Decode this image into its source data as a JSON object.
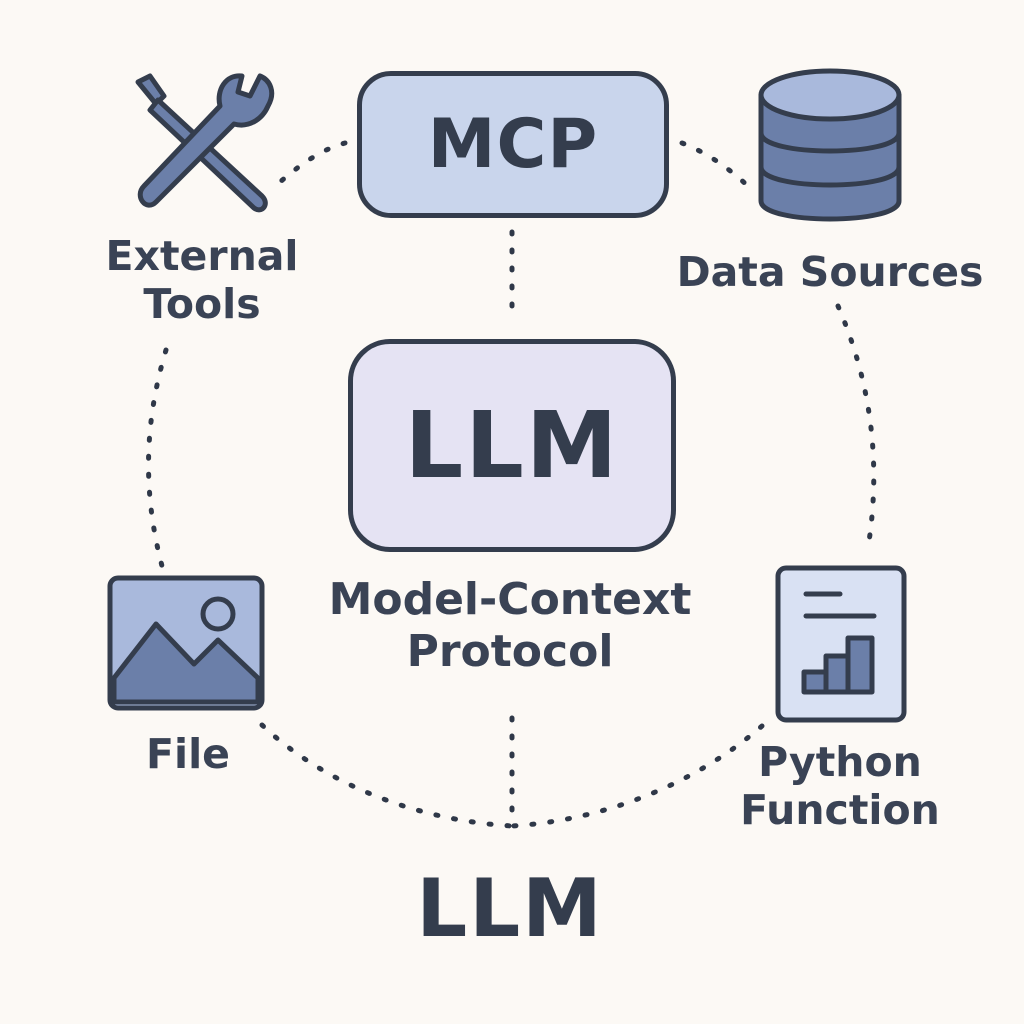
{
  "diagram": {
    "mcp_box_label": "MCP",
    "llm_box_label": "LLM",
    "center_caption_line1": "Model-Context",
    "center_caption_line2": "Protocol",
    "bottom_label": "LLM"
  },
  "nodes": {
    "external_tools": {
      "line1": "External",
      "line2": "Tools",
      "icon": "tools-icon"
    },
    "data_sources": {
      "label": "Data Sources",
      "icon": "database-icon"
    },
    "file": {
      "label": "File",
      "icon": "image-file-icon"
    },
    "python_function": {
      "line1": "Python",
      "line2": "Function",
      "icon": "chart-document-icon"
    }
  },
  "colors": {
    "background": "#fcf9f5",
    "outline": "#343d4d",
    "mcp_fill": "#c9d5ec",
    "llm_fill": "#e5e3f3",
    "icon_fill": "#6b7fa9",
    "icon_light": "#a9b9dc"
  }
}
